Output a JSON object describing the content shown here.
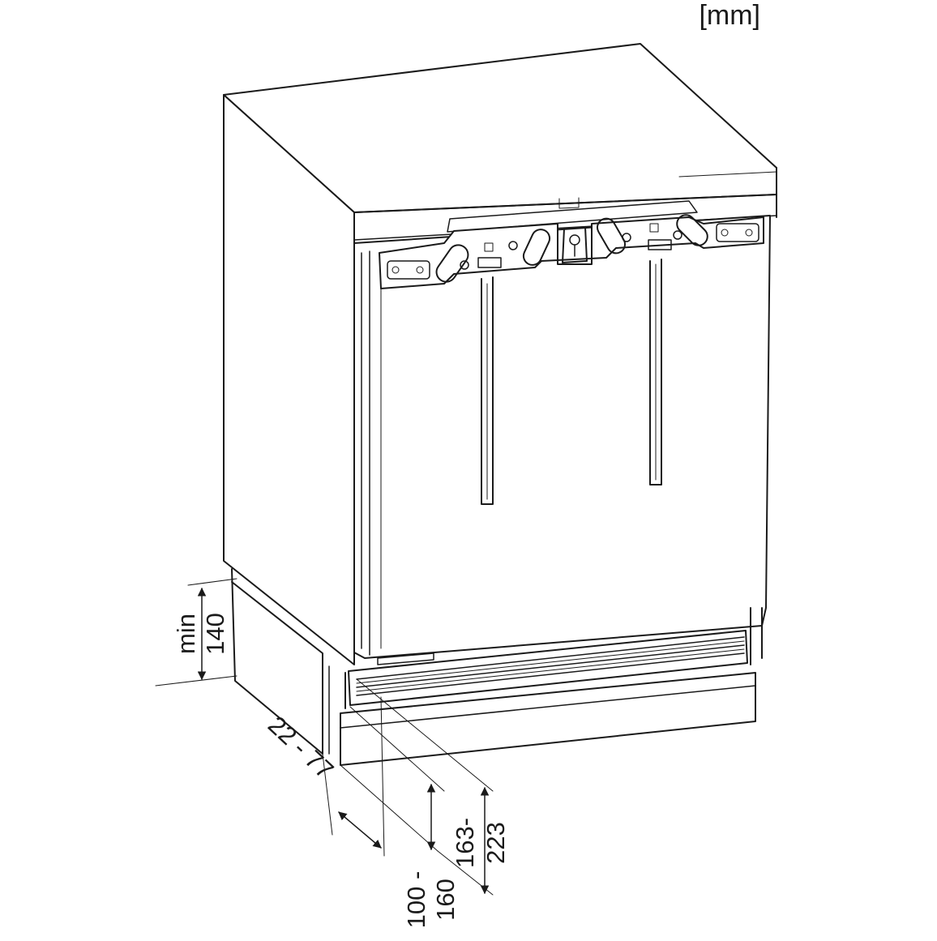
{
  "diagram": {
    "unit_label": "[mm]",
    "dimensions": {
      "plinth_height_line1": "min",
      "plinth_height_line2": "140",
      "plinth_depth": "22 - 77",
      "ventilation_height_line1": "100 -",
      "ventilation_height_line2": "160",
      "total_plinth_line1": "163-",
      "total_plinth_line2": "223"
    }
  }
}
